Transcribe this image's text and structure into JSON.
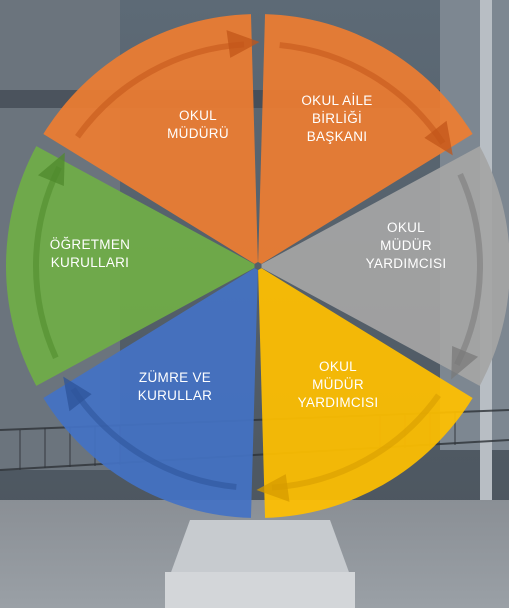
{
  "cycle": {
    "segments": [
      {
        "id": "okul-muduru",
        "lines": [
          "OKUL",
          "MÜDÜRÜ"
        ],
        "color": "#ed7d31",
        "dark": "#c2561a"
      },
      {
        "id": "okul-aile-birligi-baskani",
        "lines": [
          "OKUL AİLE",
          "BİRLİĞİ",
          "BAŞKANI"
        ],
        "color": "#ed7d31",
        "dark": "#c2561a"
      },
      {
        "id": "okul-mudur-yardimcisi-1",
        "lines": [
          "OKUL",
          "MÜDÜR",
          "YARDIMCISI"
        ],
        "color": "#a5a5a5",
        "dark": "#7a7a7a"
      },
      {
        "id": "okul-mudur-yardimcisi-2",
        "lines": [
          "OKUL",
          "MÜDÜR",
          "YARDIMCISI"
        ],
        "color": "#ffc000",
        "dark": "#d69b00"
      },
      {
        "id": "zumre-ve-kurullar",
        "lines": [
          "ZÜMRE VE",
          "KURULLAR"
        ],
        "color": "#4472c4",
        "dark": "#2d5499"
      },
      {
        "id": "ogretmen-kurullari",
        "lines": [
          "ÖĞRETMEN",
          "KURULLARI"
        ],
        "color": "#70ad47",
        "dark": "#4f8a2c"
      }
    ]
  }
}
